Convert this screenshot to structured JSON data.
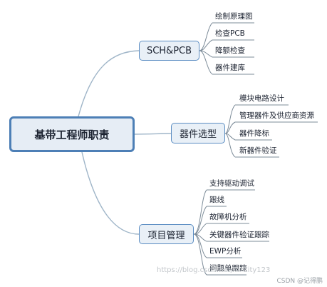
{
  "root": {
    "label": "基带工程师职责"
  },
  "branches": [
    {
      "label": "SCH&PCB",
      "items": [
        "绘制原理图",
        "检查PCB",
        "降额检查",
        "器件建库"
      ]
    },
    {
      "label": "器件选型",
      "items": [
        "模块电路设计",
        "管理器件及供应商资源",
        "器件降标",
        "新器件验证"
      ]
    },
    {
      "label": "项目管理",
      "items": [
        "支持驱动调试",
        "跟线",
        "故障机分析",
        "关键器件验证跟踪",
        "EWP分析",
        "问题单跟踪"
      ]
    }
  ],
  "watermark": "https://blog.csdn.net/AirCity123",
  "credit": "CSDN @记得鹏",
  "colors": {
    "root_border": "#4d7fb6",
    "root_fill": "#e6edf5",
    "branch_border": "#5a8cc2",
    "branch_fill": "#e9f0f7",
    "links": "#9fb5c8"
  }
}
